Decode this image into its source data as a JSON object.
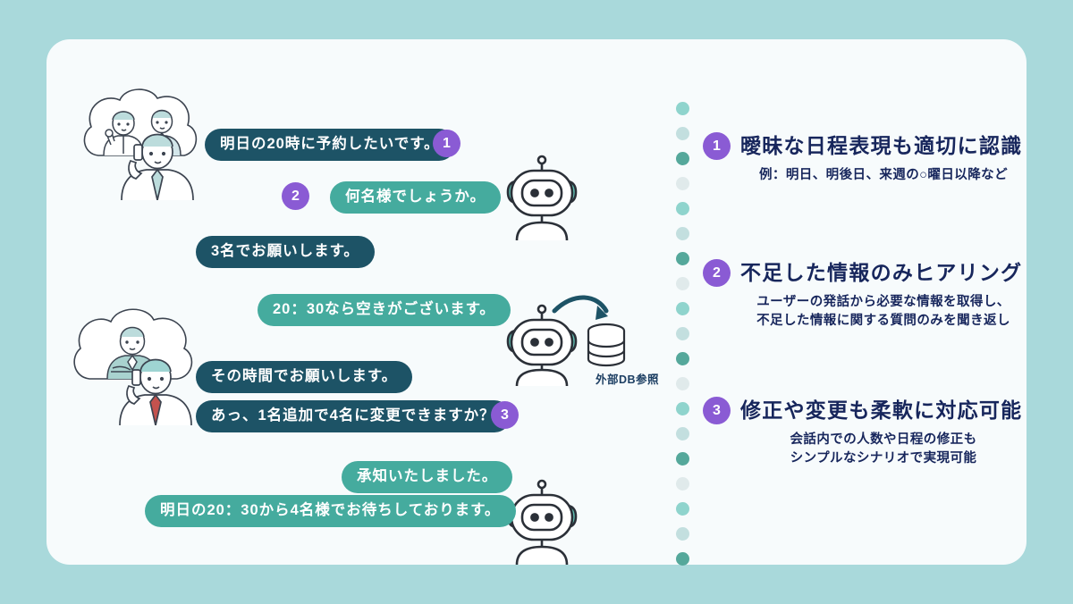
{
  "theme": {
    "page_background": "#a9d9db",
    "card_background": "#f7fbfc",
    "user_bubble": "#1d5366",
    "bot_bubble": "#45ab9e",
    "badge_purple": "#8a5bd4",
    "heading_navy": "#17265c",
    "dot_dark_teal": "#55a89b",
    "dot_mid_teal": "#8fd4cd",
    "dot_pale_teal": "#b9dcdc",
    "dot_faint": "#dfe9ea"
  },
  "chat": {
    "messages": [
      {
        "id": "msg-1",
        "speaker": "user",
        "text": "明日の20時に予約したいです。",
        "badge": "1"
      },
      {
        "id": "msg-2",
        "speaker": "bot",
        "text": "何名様でしょうか。",
        "badge": "2"
      },
      {
        "id": "msg-3",
        "speaker": "user",
        "text": "3名でお願いします。",
        "badge": null
      },
      {
        "id": "msg-4",
        "speaker": "bot",
        "text": "20：30なら空きがございます。",
        "badge": null
      },
      {
        "id": "msg-5",
        "speaker": "user",
        "text": "その時間でお願いします。",
        "badge": null
      },
      {
        "id": "msg-6",
        "speaker": "user",
        "text": "あっ、1名追加で4名に変更できますか？",
        "badge": "3"
      },
      {
        "id": "msg-7",
        "speaker": "bot",
        "text": "承知いたしました。",
        "badge": null
      },
      {
        "id": "msg-8",
        "speaker": "bot",
        "text": "明日の20：30から4名様でお待ちしております。",
        "badge": null
      }
    ],
    "db_reference_label": "外部DB参照"
  },
  "features": [
    {
      "number": "1",
      "title": "曖昧な日程表現も適切に認識",
      "subtitle_lines": [
        "例：明日、明後日、来週の○曜日以降など"
      ]
    },
    {
      "number": "2",
      "title": "不足した情報のみヒアリング",
      "subtitle_lines": [
        "ユーザーの発話から必要な情報を取得し、",
        "不足した情報に関する質問のみを聞き返し"
      ]
    },
    {
      "number": "3",
      "title": "修正や変更も柔軟に対応可能",
      "subtitle_lines": [
        "会話内での人数や日程の修正も",
        "シンプルなシナリオで実現可能"
      ]
    }
  ]
}
